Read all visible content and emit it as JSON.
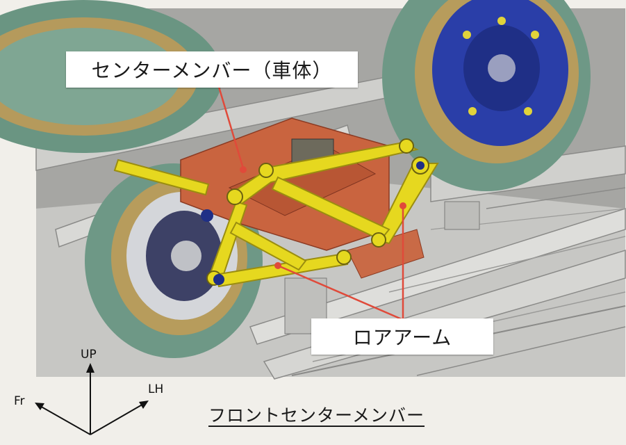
{
  "labels": {
    "center_member_callout": "センターメンバー（車体）",
    "lower_arm_callout": "ロアアーム"
  },
  "axes": {
    "up": "UP",
    "front": "Fr",
    "left_hand": "LH"
  },
  "caption": "フロントセンターメンバー",
  "colors": {
    "background": "#f1efea",
    "tire": "#6e9886",
    "tire_sidewall": "#b79c5c",
    "wheel_hub": "#2a3ea8",
    "chassis_frame": "#c9c9c6",
    "center_member": "#c9643f",
    "lower_arm": "#e6d81f",
    "callout_leader": "#e04a3a"
  }
}
